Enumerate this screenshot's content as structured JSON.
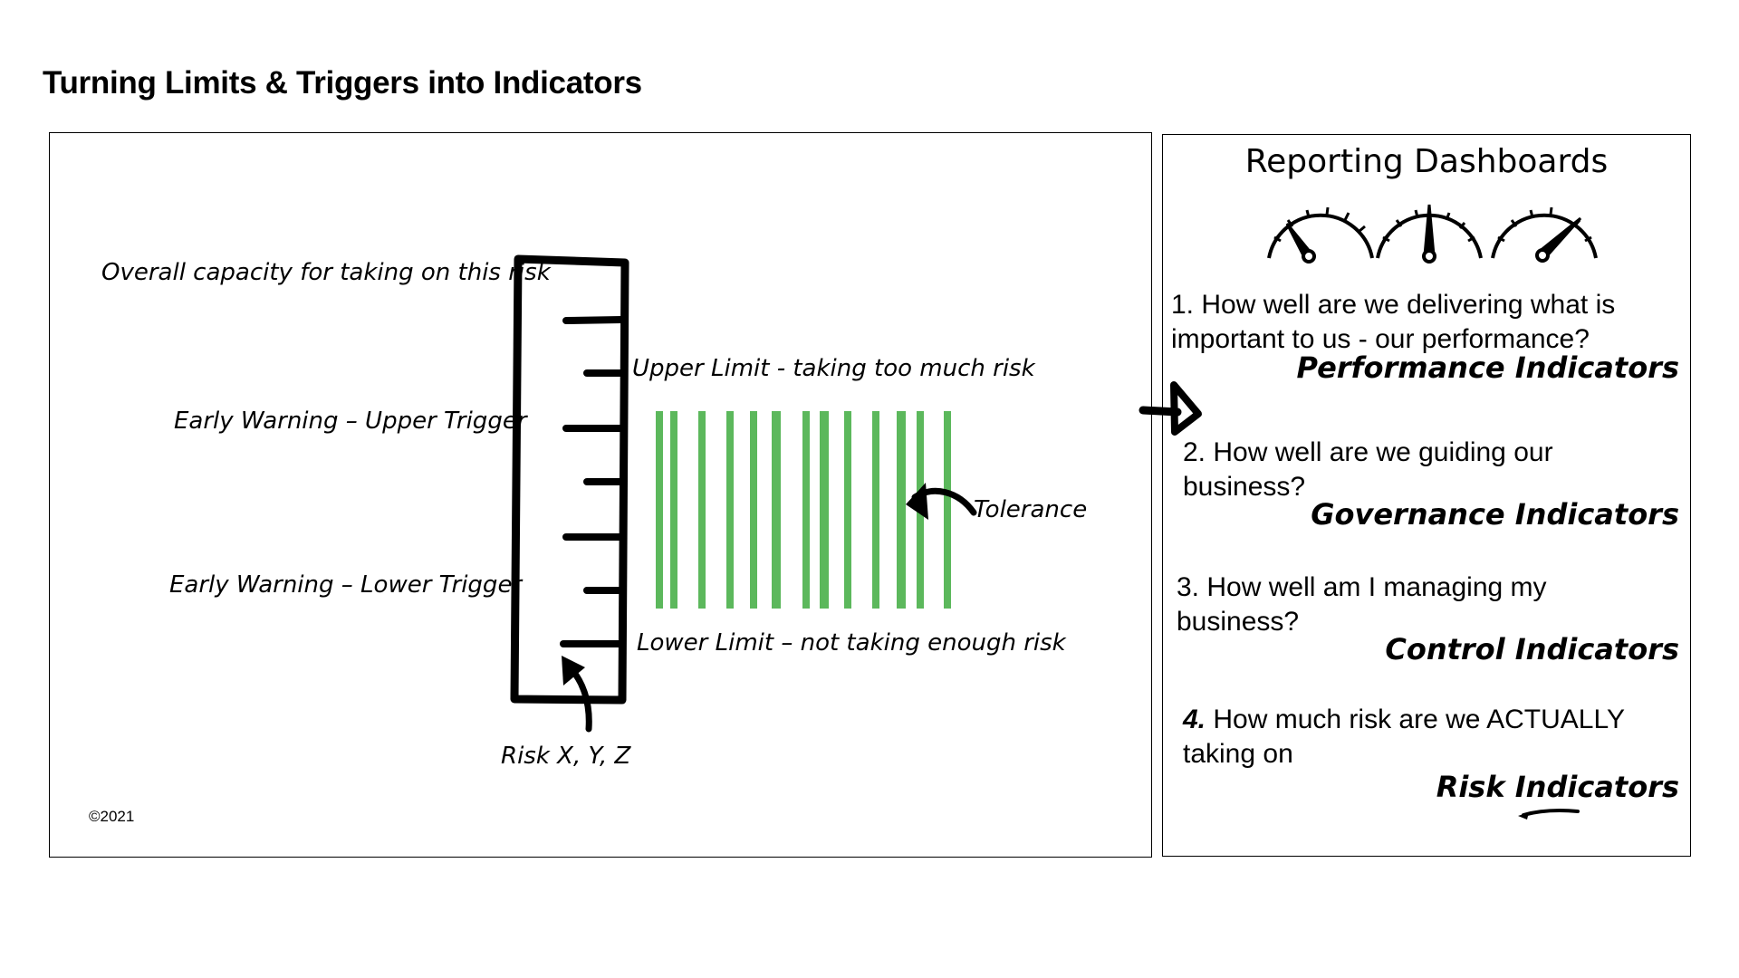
{
  "title": "Turning Limits & Triggers into Indicators",
  "diagram": {
    "labels": {
      "overall_capacity": "Overall capacity for taking on this risk",
      "upper_limit": "Upper Limit - taking too much risk",
      "upper_trigger": "Early Warning – Upper Trigger",
      "tolerance": "Tolerance",
      "lower_trigger": "Early Warning – Lower Trigger",
      "lower_limit": "Lower Limit – not taking enough risk",
      "risk": "Risk X, Y, Z"
    },
    "tolerance_color": "#5cb85c",
    "copyright": "©2021"
  },
  "dashboard": {
    "title": "Reporting Dashboards",
    "gauge_count": 3,
    "questions": [
      {
        "number": "1.",
        "text_line1": "How well are we delivering what is",
        "text_line2": "important to us - our performance?",
        "indicator": "Performance Indicators"
      },
      {
        "number": "2.",
        "text_line1": "How well are we guiding our",
        "text_line2": "business?",
        "indicator": "Governance Indicators"
      },
      {
        "number": "3.",
        "text_line1": "How well am I managing my",
        "text_line2": "business?",
        "indicator": "Control Indicators"
      },
      {
        "number": "4.",
        "text_line1": "How much risk are we ACTUALLY",
        "text_line2": "taking on",
        "indicator": "Risk Indicators"
      }
    ]
  }
}
